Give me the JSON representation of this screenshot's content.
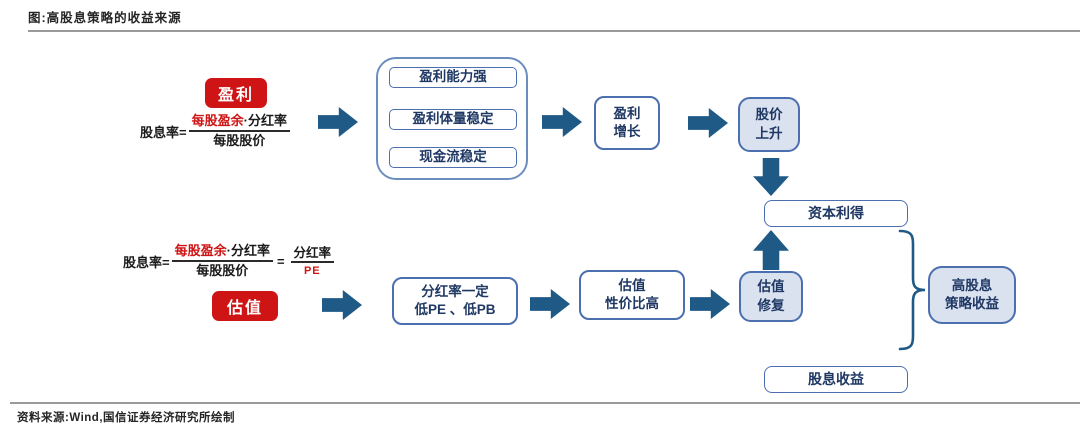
{
  "header": {
    "title": "图:高股息策略的收益来源"
  },
  "footer": {
    "source": "资料来源:Wind,国信证券经济研究所绘制"
  },
  "colors": {
    "arrow_blue": "#1E5A85",
    "node_border_blue": "#4C6FAF",
    "group_border_blue": "#6C8EBF",
    "node_text_navy": "#1F3864",
    "light_fill": "#DAE1EF",
    "accent_red": "#CE1414",
    "rule_gray": "#9a9a9a"
  },
  "diagram": {
    "profit_tag": "盈利",
    "valuation_tag": "估值",
    "formula_profit": {
      "lhs": "股息率=",
      "numerator_red": "每股盈余",
      "numerator_rest": "·分红率",
      "denominator": "每股股价"
    },
    "formula_valuation": {
      "lhs": "股息率=",
      "numerator_red": "每股盈余",
      "numerator_rest": "·分红率",
      "denominator": "每股股价",
      "equals": "=",
      "numerator2": "分红率",
      "denominator2": "PE"
    },
    "traits": [
      "盈利能力强",
      "盈利体量稳定",
      "现金流稳定"
    ],
    "earnings_growth": {
      "line1": "盈利",
      "line2": "增长"
    },
    "price_rise": {
      "line1": "股价",
      "line2": "上升"
    },
    "capital_gain": "资本利得",
    "dividend_condition": {
      "line1": "分红率一定",
      "line2": "低PE 、低PB"
    },
    "valuation_value": {
      "line1": "估值",
      "line2": "性价比高"
    },
    "valuation_repair": {
      "line1": "估值",
      "line2": "修复"
    },
    "dividend_income": "股息收益",
    "strategy_return": {
      "line1": "高股息",
      "line2": "策略收益"
    }
  }
}
